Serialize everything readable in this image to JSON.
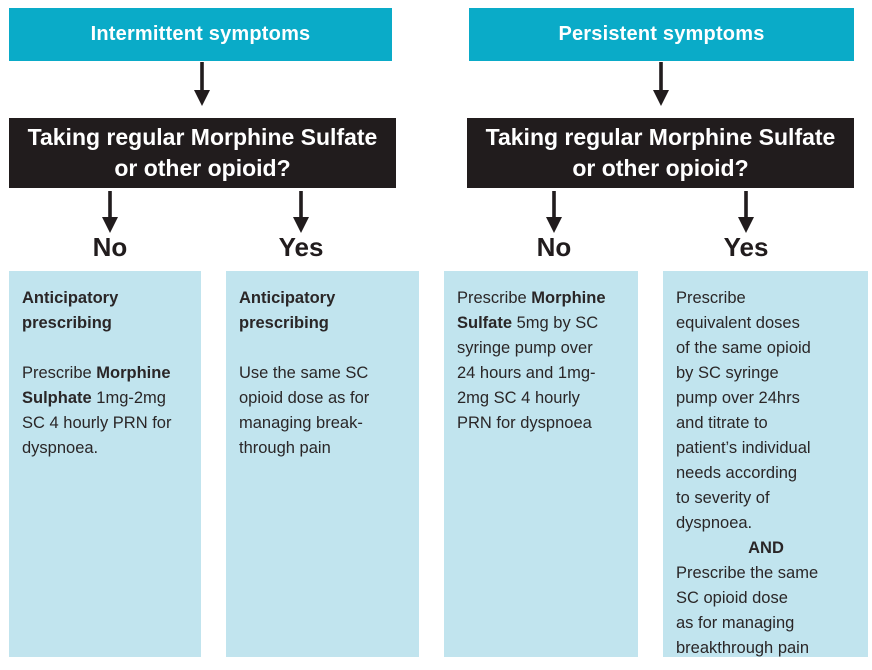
{
  "colors": {
    "teal": "#0aabc8",
    "ink": "#211c1d",
    "card": "#c1e4ee",
    "text": "#2a2627",
    "white": "#ffffff"
  },
  "branches": [
    {
      "header": "Intermittent symptoms",
      "question": "Taking regular Morphine Sulfate\nor other opioid?",
      "no_label": "No",
      "yes_label": "Yes"
    },
    {
      "header": "Persistent symptoms",
      "question": "Taking regular Morphine Sulfate\nor other opioid?",
      "no_label": "No",
      "yes_label": "Yes"
    }
  ],
  "outcomes": [
    {
      "branch": "Intermittent symptoms",
      "answer": "No",
      "heading": "Anticipatory\nprescribing",
      "body": [
        {
          "text": "Prescribe ",
          "bold": false
        },
        {
          "text": "Morphine\nSulphate",
          "bold": true
        },
        {
          "text": " 1mg-2mg\nSC 4 hourly PRN for\ndyspnoea.",
          "bold": false
        }
      ]
    },
    {
      "branch": "Intermittent symptoms",
      "answer": "Yes",
      "heading": "Anticipatory\nprescribing",
      "body": [
        {
          "text": "Use the same SC\nopioid dose as for\nmanaging break-\nthrough pain",
          "bold": false
        }
      ]
    },
    {
      "branch": "Persistent symptoms",
      "answer": "No",
      "body": [
        {
          "text": "Prescribe ",
          "bold": false
        },
        {
          "text": "Morphine\nSulfate",
          "bold": true
        },
        {
          "text": " 5mg by SC\nsyringe pump over\n24 hours and 1mg-\n2mg SC 4 hourly\nPRN for dyspnoea",
          "bold": false
        }
      ]
    },
    {
      "branch": "Persistent symptoms",
      "answer": "Yes",
      "body_part1": "Prescribe\nequivalent doses\nof the same opioid\nby SC syringe\npump over 24hrs\nand titrate to\npatient’s individual\nneeds according\nto severity of\ndyspnoea.",
      "conjunction": "AND",
      "body_part2": "Prescribe the same\nSC opioid dose\nas for managing\nbreakthrough pain"
    }
  ]
}
